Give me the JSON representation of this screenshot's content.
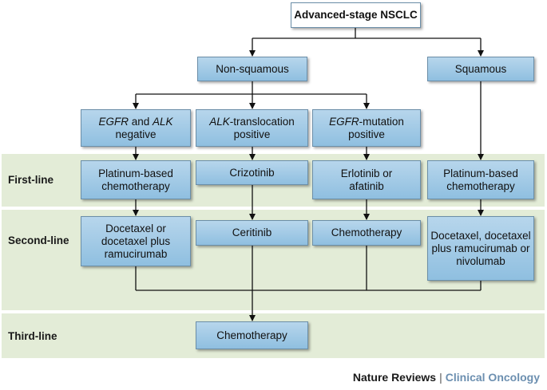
{
  "root": "Advanced-stage NSCLC",
  "histology": {
    "non_squamous": "Non-squamous",
    "squamous": "Squamous"
  },
  "subtypes": {
    "negative": {
      "gene1": "EGFR",
      "and": " and ",
      "gene2": "ALK",
      "line2": "negative"
    },
    "alk": {
      "gene": "ALK",
      "rest": "-translocation",
      "line2": "positive"
    },
    "egfr": {
      "gene": "EGFR",
      "rest": "-mutation",
      "line2": "positive"
    }
  },
  "lines": {
    "first": "First-line",
    "second": "Second-line",
    "third": "Third-line"
  },
  "first_line": {
    "negative": "Platinum-based chemotherapy",
    "alk": "Crizotinib",
    "egfr": "Erlotinib or afatinib",
    "squamous": "Platinum-based chemotherapy"
  },
  "second_line": {
    "negative": "Docetaxel or docetaxel plus ramucirumab",
    "alk": "Ceritinib",
    "egfr": "Chemotherapy",
    "squamous": "Docetaxel, docetaxel plus ramucirumab or nivolumab"
  },
  "third_line": {
    "all": "Chemotherapy"
  },
  "footer": {
    "brand": "Nature Reviews",
    "separator": "|",
    "journal": "Clinical Oncology"
  },
  "colors": {
    "band": "#e3ecd7",
    "box_top": "#b7d6ec",
    "box_bottom": "#8fbfe0",
    "border": "#6b8ea8",
    "journal": "#6c8fb0"
  }
}
